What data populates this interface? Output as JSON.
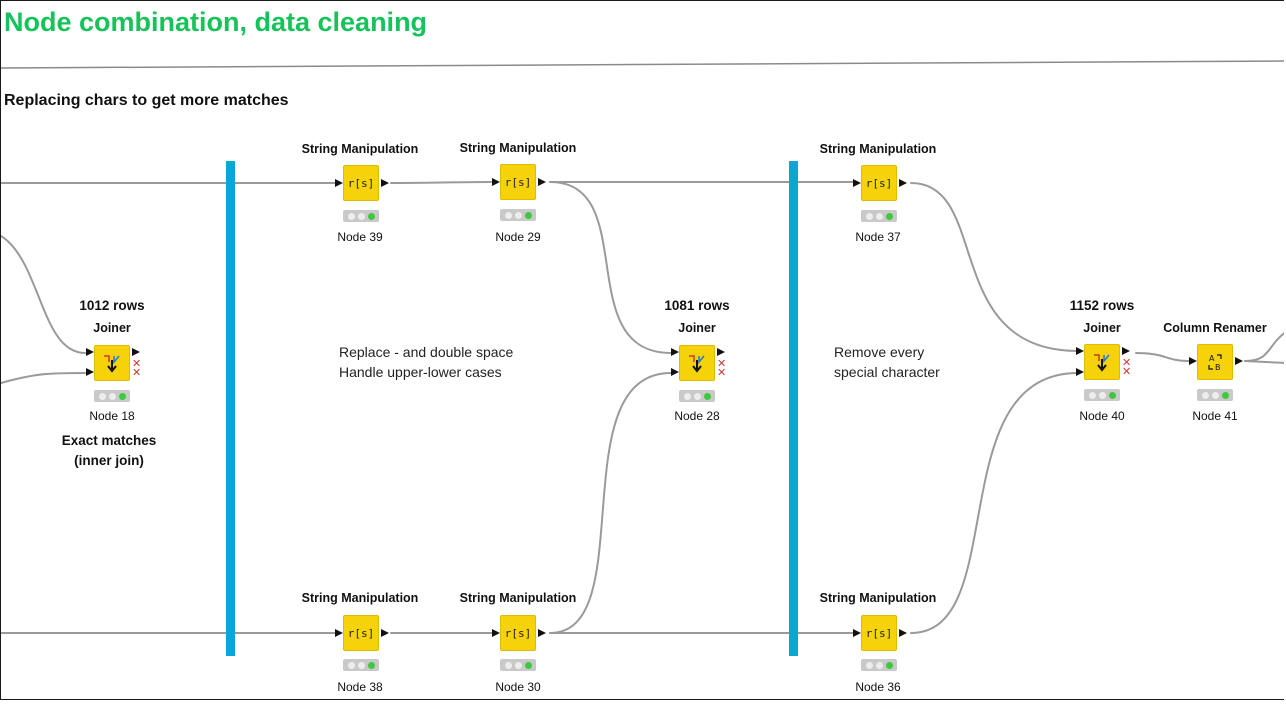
{
  "workflow": {
    "title": "Node combination, data cleaning",
    "subtitle": "Replacing chars to get more matches"
  },
  "annotations": {
    "section1_line1": "Replace - and double space",
    "section1_line2": "Handle upper-lower cases",
    "section2_line1": "Remove every",
    "section2_line2": "special character",
    "joiner18_line1": "Exact matches",
    "joiner18_line2": "(inner join)"
  },
  "nodes": {
    "n18": {
      "type": "Joiner",
      "id_label": "Node 18",
      "rows": "1012 rows",
      "icon": "joiner-icon"
    },
    "n39": {
      "type": "String Manipulation",
      "id_label": "Node 39",
      "icon": "string-manipulation-icon",
      "glyph": "r[s]"
    },
    "n29": {
      "type": "String Manipulation",
      "id_label": "Node 29",
      "icon": "string-manipulation-icon",
      "glyph": "r[s]"
    },
    "n38": {
      "type": "String Manipulation",
      "id_label": "Node 38",
      "icon": "string-manipulation-icon",
      "glyph": "r[s]"
    },
    "n30": {
      "type": "String Manipulation",
      "id_label": "Node 30",
      "icon": "string-manipulation-icon",
      "glyph": "r[s]"
    },
    "n28": {
      "type": "Joiner",
      "id_label": "Node 28",
      "rows": "1081 rows",
      "icon": "joiner-icon"
    },
    "n37": {
      "type": "String Manipulation",
      "id_label": "Node 37",
      "icon": "string-manipulation-icon",
      "glyph": "r[s]"
    },
    "n36": {
      "type": "String Manipulation",
      "id_label": "Node 36",
      "icon": "string-manipulation-icon",
      "glyph": "r[s]"
    },
    "n40": {
      "type": "Joiner",
      "id_label": "Node 40",
      "rows": "1152 rows",
      "icon": "joiner-icon"
    },
    "n41": {
      "type": "Column Renamer",
      "id_label": "Node 41",
      "icon": "column-renamer-icon"
    }
  },
  "colors": {
    "title": "#16c35a",
    "node": "#f5d20a",
    "separator": "#0aa6d6",
    "status_green": "#3ec83e",
    "wire": "#9a9a9a"
  }
}
